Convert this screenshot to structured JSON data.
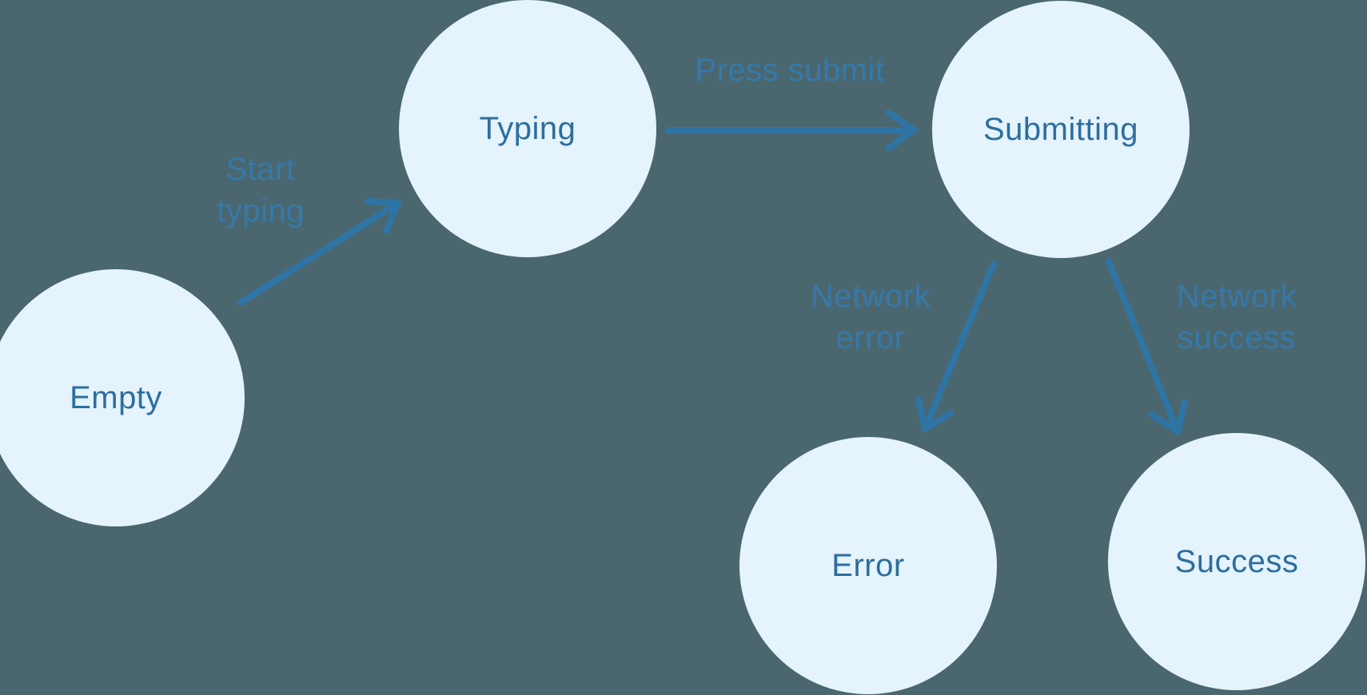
{
  "diagram": {
    "states": [
      {
        "id": "empty",
        "label": "Empty"
      },
      {
        "id": "typing",
        "label": "Typing"
      },
      {
        "id": "submitting",
        "label": "Submitting"
      },
      {
        "id": "error",
        "label": "Error"
      },
      {
        "id": "success",
        "label": "Success"
      }
    ],
    "transitions": [
      {
        "from": "empty",
        "to": "typing",
        "label": "Start typing",
        "label_lines": [
          "Start",
          "typing"
        ]
      },
      {
        "from": "typing",
        "to": "submitting",
        "label": "Press submit",
        "label_lines": [
          "Press submit"
        ]
      },
      {
        "from": "submitting",
        "to": "error",
        "label": "Network error",
        "label_lines": [
          "Network",
          "error"
        ]
      },
      {
        "from": "submitting",
        "to": "success",
        "label": "Network success",
        "label_lines": [
          "Network",
          "success"
        ]
      }
    ]
  },
  "colors": {
    "background": "#4A6770",
    "node_fill": "#E4F3FC",
    "node_text": "#2D6E9F",
    "arrow": "#2E75A6",
    "edge_label_text": "#3679A9"
  }
}
